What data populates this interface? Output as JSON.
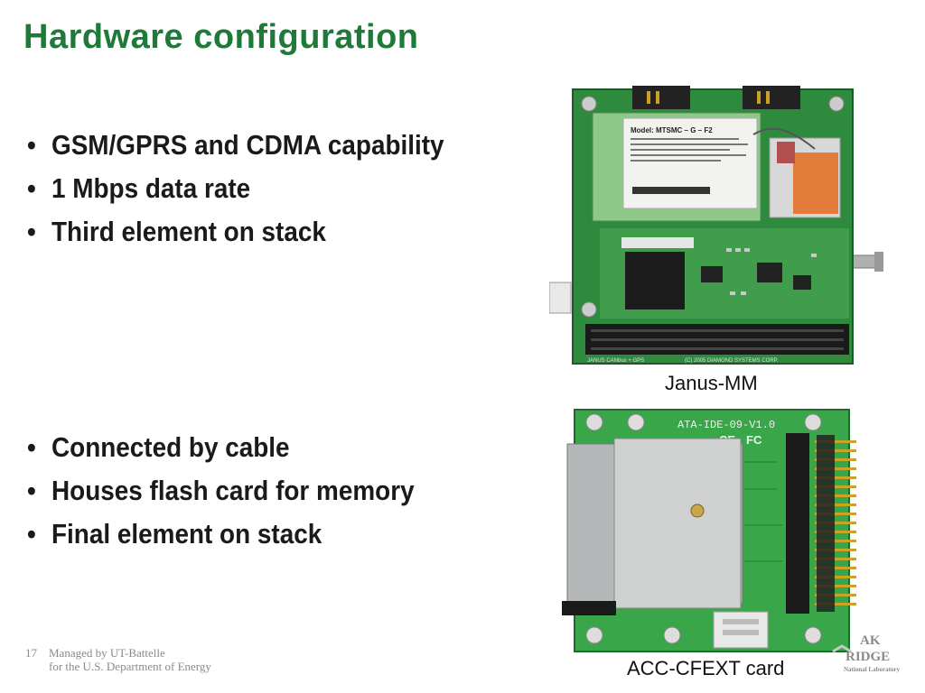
{
  "slide": {
    "title": "Hardware configuration",
    "bullets_top": [
      "GSM/GPRS and CDMA capability",
      "1 Mbps data rate",
      "Third element on stack"
    ],
    "bullets_bottom": [
      "Connected by cable",
      "Houses flash card for memory",
      "Final element on stack"
    ],
    "bullet_char": "•"
  },
  "images": {
    "janus": {
      "caption": "Janus-MM",
      "board_texts": [
        "Model: MTSMC – G – F2",
        "(C) 2005 DIAMOND SYSTEMS CORP.",
        "JANUS CANbus + GPS"
      ]
    },
    "acc": {
      "caption": "ACC-CFEXT card",
      "board_texts": [
        "ATA-IDE-09-V1.0",
        "CE",
        "FC"
      ]
    }
  },
  "footer": {
    "page_number": "17",
    "line1": "Managed by UT-Battelle",
    "line2": "for the U.S. Department of Energy"
  },
  "logo": {
    "line1": "AK",
    "line2": "RIDGE",
    "line3": "National Laboratory"
  }
}
